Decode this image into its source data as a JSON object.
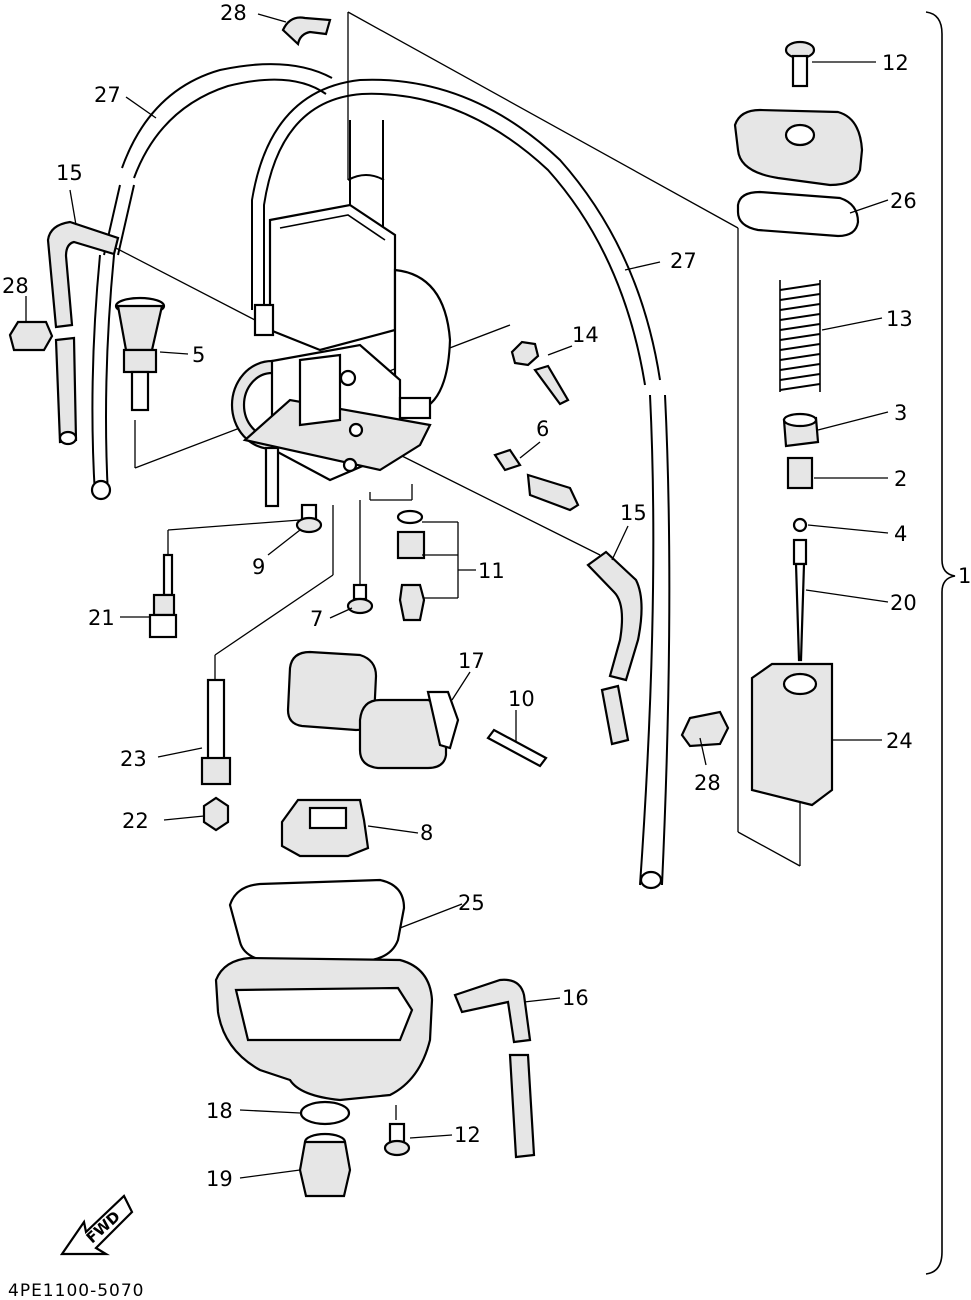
{
  "labels": {
    "p28a": "28",
    "p27a": "27",
    "p15a": "15",
    "p28b": "28",
    "p5": "5",
    "p14": "14",
    "p6": "6",
    "p27b": "27",
    "p12a": "12",
    "p26": "26",
    "p13": "13",
    "p3": "3",
    "p2": "2",
    "p4": "4",
    "p20": "20",
    "p1": "1",
    "p24": "24",
    "p9": "9",
    "p11": "11",
    "p21": "21",
    "p7": "7",
    "p15b": "15",
    "p17": "17",
    "p10": "10",
    "p23": "23",
    "p28c": "28",
    "p22": "22",
    "p8": "8",
    "p25": "25",
    "p16": "16",
    "p18": "18",
    "p12b": "12",
    "p19": "19"
  },
  "fwd_label": "FWD",
  "drawing_code": "4PE1100-5070"
}
